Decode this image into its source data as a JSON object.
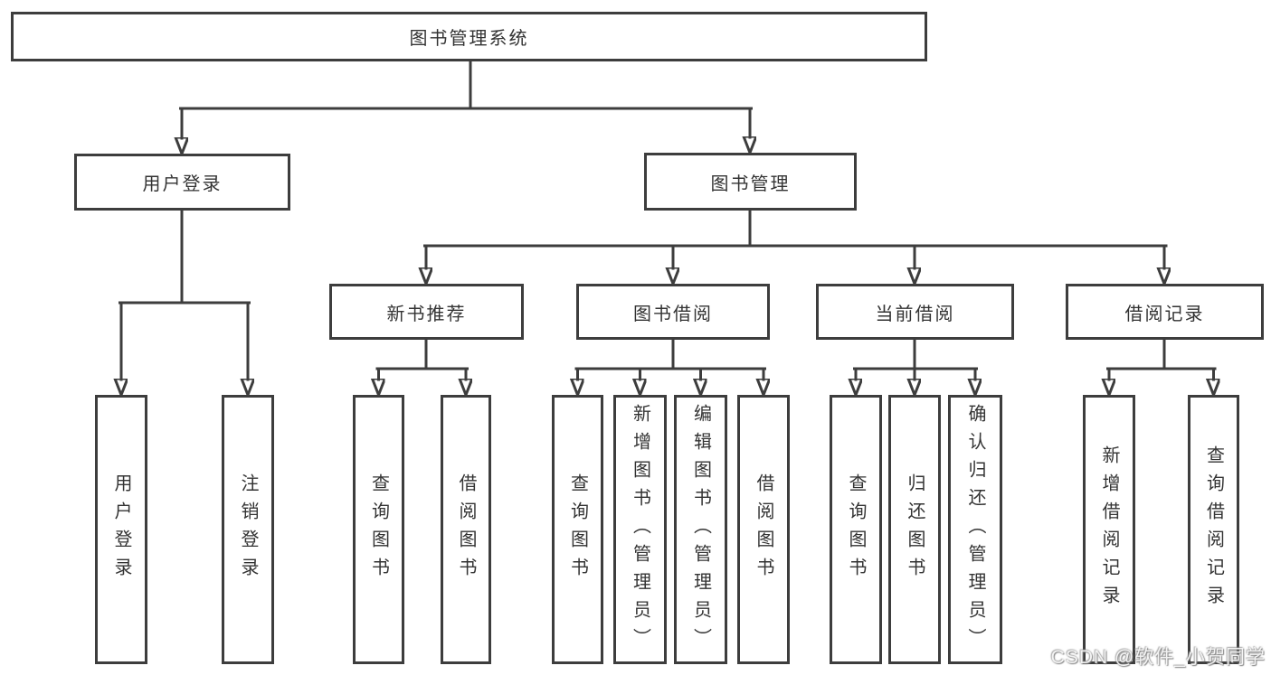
{
  "tree": {
    "label": "图书管理系统",
    "children": [
      {
        "label": "用户登录",
        "children": [
          {
            "label": "用户登录"
          },
          {
            "label": "注销登录"
          }
        ]
      },
      {
        "label": "图书管理",
        "children": [
          {
            "label": "新书推荐",
            "children": [
              {
                "label": "查询图书"
              },
              {
                "label": "借阅图书"
              }
            ]
          },
          {
            "label": "图书借阅",
            "children": [
              {
                "label": "查询图书"
              },
              {
                "label": "新增图书（管理员）"
              },
              {
                "label": "编辑图书（管理员）"
              },
              {
                "label": "借阅图书"
              }
            ]
          },
          {
            "label": "当前借阅",
            "children": [
              {
                "label": "查询图书"
              },
              {
                "label": "归还图书"
              },
              {
                "label": "确认归还（管理员）"
              }
            ]
          },
          {
            "label": "借阅记录",
            "children": [
              {
                "label": "新增借阅记录"
              },
              {
                "label": "查询借阅记录"
              }
            ]
          }
        ]
      }
    ]
  },
  "watermark": {
    "text": "CSDN @软件_小贺同学"
  },
  "colors": {
    "line": "#3d3d3d",
    "text": "#333333",
    "background": "#ffffff"
  }
}
